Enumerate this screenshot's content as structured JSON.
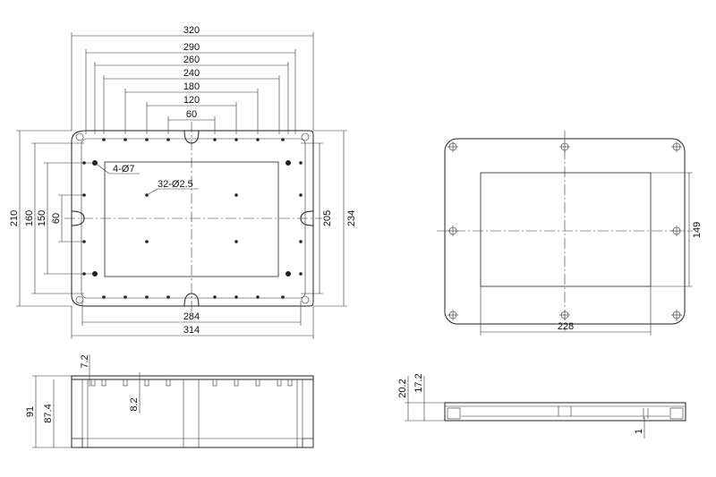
{
  "top_view": {
    "dims_top": [
      "320",
      "290",
      "260",
      "240",
      "180",
      "120",
      "60"
    ],
    "dims_bottom": [
      "284",
      "314"
    ],
    "dims_left": [
      "210",
      "160",
      "150",
      "60"
    ],
    "dims_right": [
      "205",
      "234"
    ],
    "callout_holes": "4-Ø7",
    "callout_screws": "32-Ø2.5"
  },
  "lid_view": {
    "dim_width": "228",
    "dim_height": "149"
  },
  "front_section": {
    "dim_height_total": "91",
    "dim_height_inner": "87.4",
    "dim_wall": "7.2",
    "dim_boss": "8.2"
  },
  "lid_section": {
    "dim_total": "20.2",
    "dim_inner": "17.2",
    "dim_gap": "1"
  }
}
